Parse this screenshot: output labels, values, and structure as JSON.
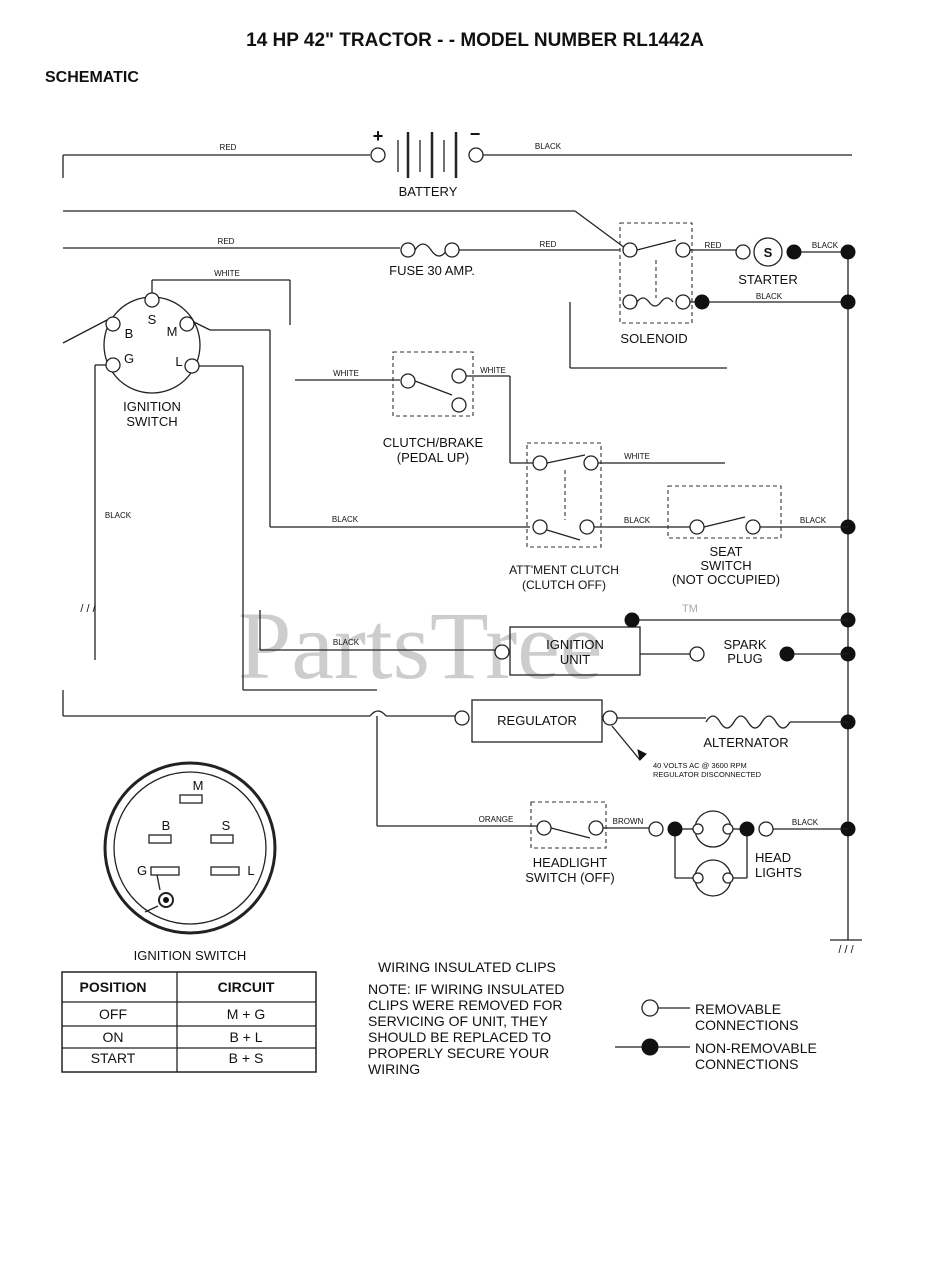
{
  "header": {
    "title": "14 HP 42\" TRACTOR - - MODEL NUMBER RL1442A",
    "section": "SCHEMATIC"
  },
  "watermark": {
    "text": "PartsTree",
    "tm": "TM"
  },
  "components": {
    "battery": "BATTERY",
    "battery_plus": "+",
    "battery_minus": "−",
    "fuse": "FUSE 30 AMP.",
    "starter": "STARTER",
    "starter_s": "S",
    "solenoid": "SOLENOID",
    "ignition_switch": [
      "IGNITION",
      "SWITCH"
    ],
    "clutch_brake": [
      "CLUTCH/BRAKE",
      "(PEDAL UP)"
    ],
    "attment_clutch": [
      "ATT'MENT CLUTCH",
      "(CLUTCH OFF)"
    ],
    "seat_switch": [
      "SEAT",
      "SWITCH",
      "(NOT OCCUPIED)"
    ],
    "ignition_unit": [
      "IGNITION",
      "UNIT"
    ],
    "spark_plug": [
      "SPARK",
      "PLUG"
    ],
    "regulator": "REGULATOR",
    "alternator": "ALTERNATOR",
    "regulator_note": [
      "40 VOLTS AC @ 3600 RPM",
      "REGULATOR DISCONNECTED"
    ],
    "headlight_switch": [
      "HEADLIGHT",
      "SWITCH (OFF)"
    ],
    "head_lights": [
      "HEAD",
      "LIGHTS"
    ]
  },
  "switch_terminals": {
    "b": "B",
    "s": "S",
    "m": "M",
    "g": "G",
    "l": "L"
  },
  "wire_colors": {
    "red": "RED",
    "black": "BLACK",
    "white": "WHITE",
    "orange": "ORANGE",
    "brown": "BROWN"
  },
  "ignition_switch_detail": {
    "label": "IGNITION SWITCH",
    "terminals": {
      "m": "M",
      "b": "B",
      "s": "S",
      "g": "G",
      "l": "L"
    }
  },
  "position_table": {
    "headers": [
      "POSITION",
      "CIRCUIT"
    ],
    "rows": [
      [
        "OFF",
        "M + G"
      ],
      [
        "ON",
        "B + L"
      ],
      [
        "START",
        "B + S"
      ]
    ]
  },
  "clips_note": {
    "title": "WIRING INSULATED CLIPS",
    "lines": [
      "NOTE: IF WIRING INSULATED",
      "CLIPS WERE REMOVED FOR",
      "SERVICING OF UNIT, THEY",
      "SHOULD BE REPLACED TO",
      "PROPERLY SECURE YOUR",
      "WIRING"
    ]
  },
  "legend": {
    "removable": [
      "REMOVABLE",
      "CONNECTIONS"
    ],
    "non_removable": [
      "NON-REMOVABLE",
      "CONNECTIONS"
    ]
  },
  "ground_marks": "/ / /"
}
